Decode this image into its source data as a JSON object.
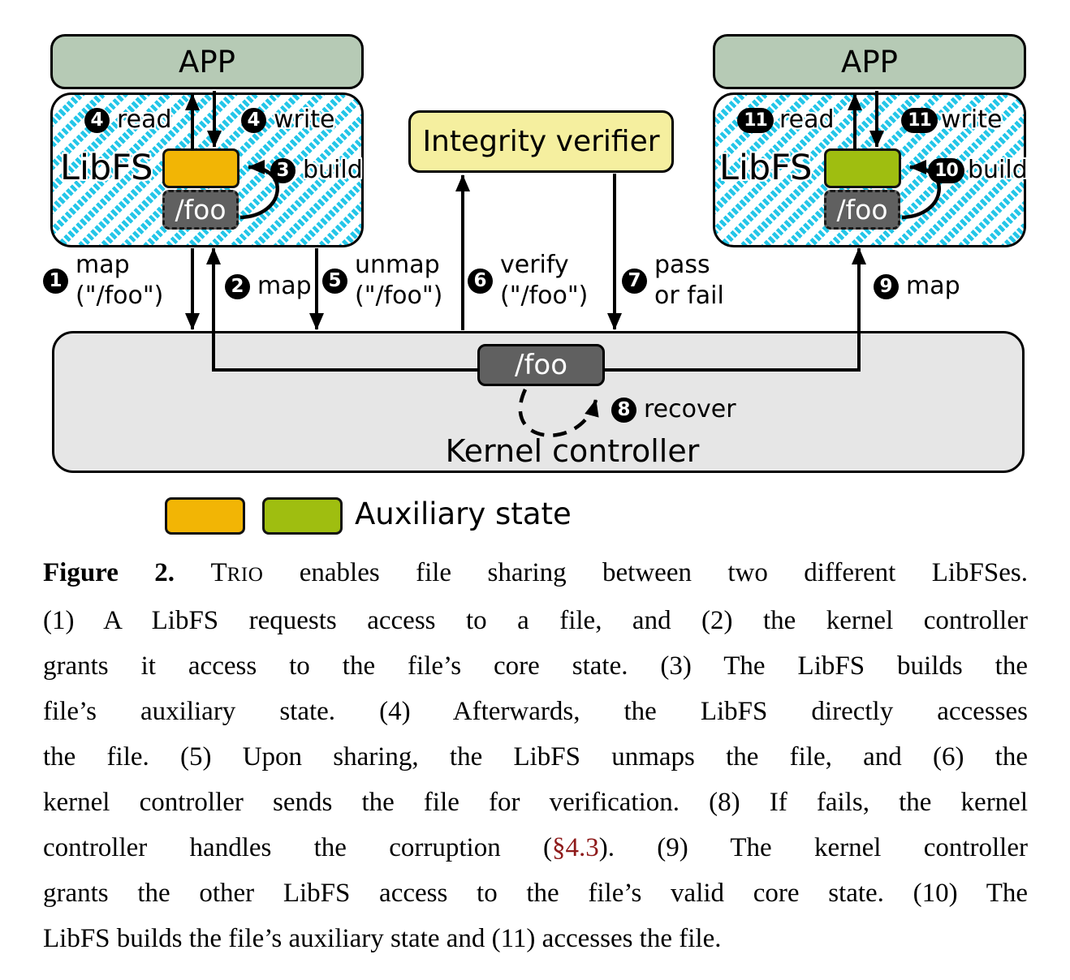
{
  "diagram": {
    "left": {
      "app": "APP",
      "libfs": "LibFS",
      "foo": "/foo"
    },
    "right": {
      "app": "APP",
      "libfs": "LibFS",
      "foo": "/foo"
    },
    "verifier": "Integrity verifier",
    "kernel": {
      "label": "Kernel controller",
      "foo": "/foo"
    },
    "labels": {
      "read_l": {
        "num": "4",
        "text": "read"
      },
      "write_l": {
        "num": "4",
        "text": "write"
      },
      "build_l": {
        "num": "3",
        "text": "build"
      },
      "read_r": {
        "num": "11",
        "text": "read"
      },
      "write_r": {
        "num": "11",
        "text": "write"
      },
      "build_r": {
        "num": "10",
        "text": "build"
      },
      "map1": {
        "num": "1",
        "text1": "map",
        "text2": "(\"/foo\")"
      },
      "map2": {
        "num": "2",
        "text": "map"
      },
      "unmap": {
        "num": "5",
        "text1": "unmap",
        "text2": "(\"/foo\")"
      },
      "verify": {
        "num": "6",
        "text1": "verify",
        "text2": "(\"/foo\")"
      },
      "passfail": {
        "num": "7",
        "text1": "pass",
        "text2": "or fail"
      },
      "map9": {
        "num": "9",
        "text": "map"
      },
      "recover": {
        "num": "8",
        "text": "recover"
      }
    },
    "legend": {
      "label": "Auxiliary state"
    },
    "colors": {
      "app": "#b6cab5",
      "hatch": "#24c6e8",
      "aux_orange": "#f2b505",
      "aux_green": "#9fbe10",
      "verifier": "#f5ef9f",
      "kernel": "#e6e6e6",
      "foo_gray": "#606060",
      "link": "#8e1a1a"
    }
  },
  "caption": {
    "figure_label": "Figure 2. ",
    "trio_cap": "T",
    "trio_rest": "RIO",
    "line1_rest": " enables file sharing between two different LibFSes.",
    "line2": "(1) A LibFS requests access to a file, and (2) the kernel controller",
    "line3": "grants it access to the file’s core state. (3) The LibFS builds the",
    "line4": "file’s auxiliary state. (4) Afterwards, the LibFS directly accesses",
    "line5": "the file. (5) Upon sharing, the LibFS unmaps the file, and (6) the",
    "line6": "kernel controller sends the file for verification. (8) If fails, the kernel",
    "line7a": "controller handles the corruption (",
    "line7_link": "§4.3",
    "line7b": "). (9) The kernel controller",
    "line8": "grants the other LibFS access to the file’s valid core state. (10) The",
    "line9": "LibFS builds the file’s auxiliary state and (11) accesses the file."
  }
}
